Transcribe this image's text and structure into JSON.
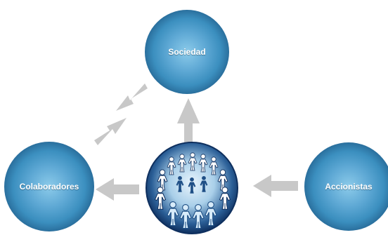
{
  "nodes": {
    "top": {
      "label": "Sociedad"
    },
    "left": {
      "label": "Colaboradores"
    },
    "right": {
      "label": "Accionistas"
    },
    "center": {
      "icon": "people-circle-globe-icon"
    }
  },
  "colors": {
    "node_light": "#6fb7dd",
    "node_mid": "#3b8fbf",
    "node_dark": "#1f5f8e",
    "arrow": "#c8c8c8",
    "globe_dark": "#0e2f5e",
    "globe_light": "#cfe6f7"
  },
  "connections": [
    {
      "from": "center",
      "to": "top"
    },
    {
      "from": "center",
      "to": "left"
    },
    {
      "from": "right",
      "to": "center"
    },
    {
      "from": "top",
      "to": "left"
    },
    {
      "from": "left",
      "to": "top"
    }
  ]
}
